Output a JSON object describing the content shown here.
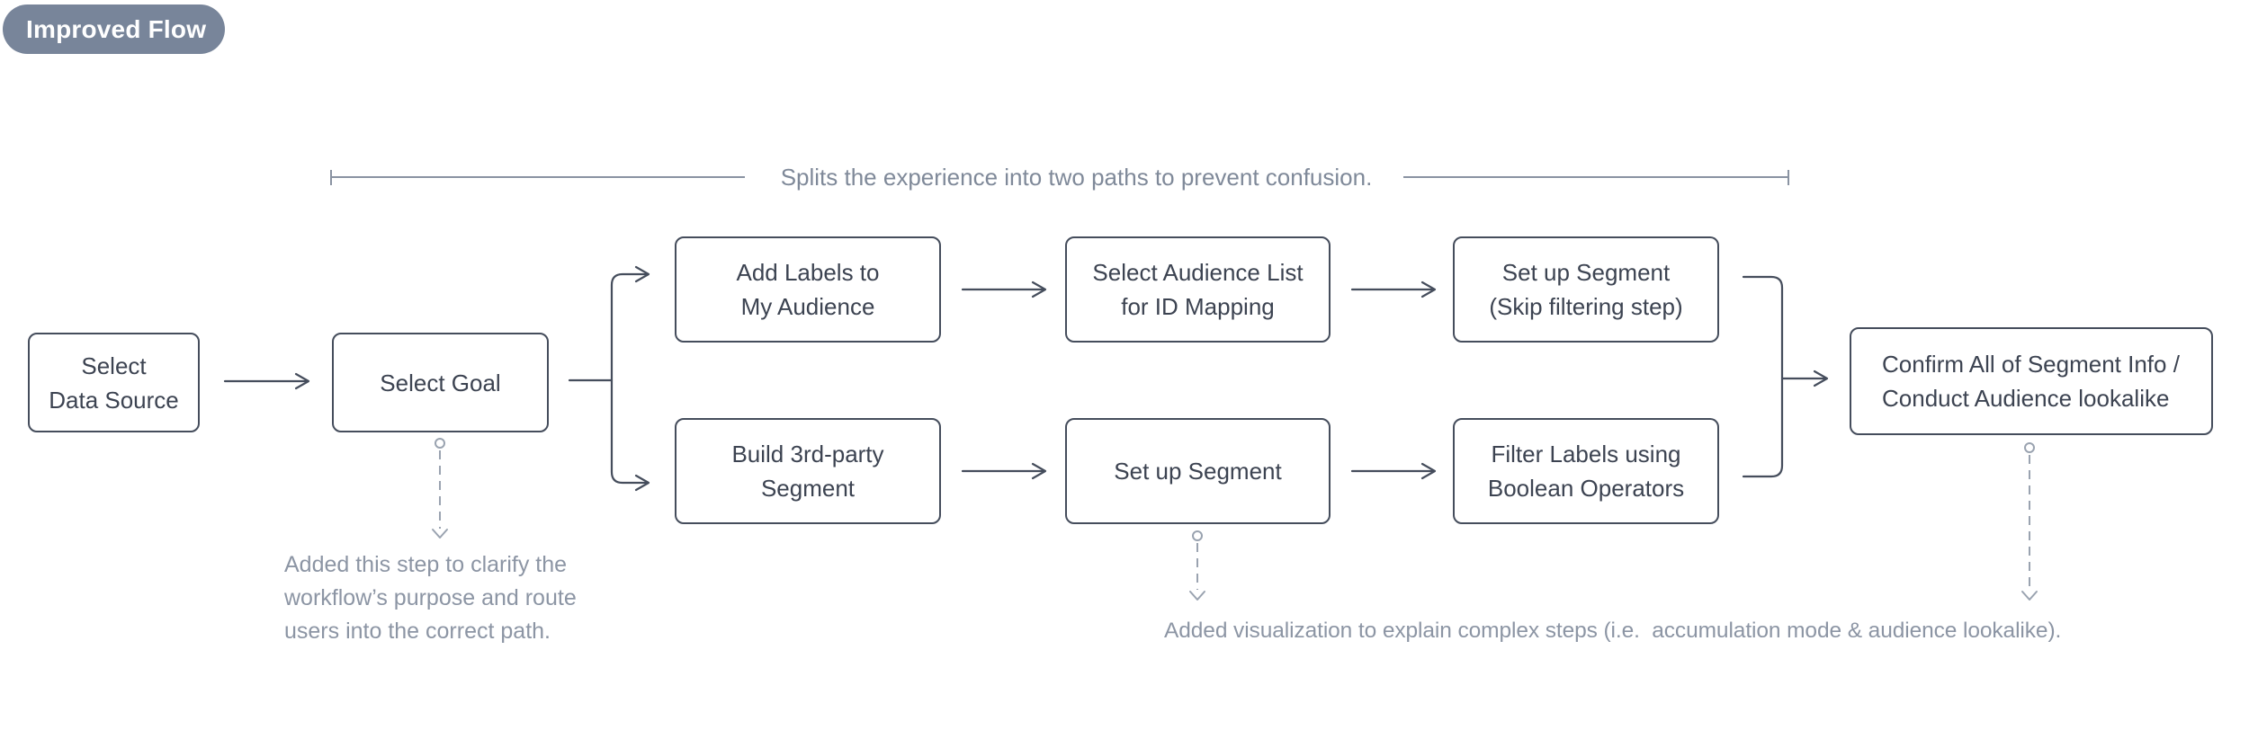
{
  "badge": {
    "label": "Improved Flow"
  },
  "bracket": {
    "label": "Splits the experience into two paths to prevent confusion."
  },
  "nodes": {
    "select_data_source": {
      "lines": [
        "Select",
        "Data Source"
      ]
    },
    "select_goal": {
      "lines": [
        "Select Goal"
      ]
    },
    "add_labels": {
      "lines": [
        "Add Labels to",
        "My Audience"
      ]
    },
    "select_audience_list": {
      "lines": [
        "Select Audience List",
        "for ID Mapping"
      ]
    },
    "setup_segment_skip": {
      "lines": [
        "Set up Segment",
        "(Skip filtering step)"
      ]
    },
    "build_3rd_party": {
      "lines": [
        "Build 3rd-party",
        "Segment"
      ]
    },
    "setup_segment": {
      "lines": [
        "Set up Segment"
      ]
    },
    "filter_labels": {
      "lines": [
        "Filter Labels using",
        "Boolean Operators"
      ]
    },
    "confirm": {
      "lines": [
        "Confirm All of Segment Info /",
        "Conduct Audience lookalike"
      ]
    }
  },
  "annotations": {
    "select_goal_note": {
      "lines": [
        "Added this step to clarify the",
        "workflow’s purpose and route",
        "users into the correct path."
      ]
    },
    "visualization_note": {
      "label": "Added visualization to explain complex steps (i.e.  accumulation mode & audience lookalike)."
    }
  },
  "colors": {
    "badge_bg": "#78859a",
    "node_stroke": "#454d5c",
    "node_text": "#3c4351",
    "connector": "#454d5c",
    "dashed_connector": "#9aa3b0",
    "bracket": "#8a93a2",
    "note_text": "#8c95a4",
    "background": "#ffffff"
  }
}
